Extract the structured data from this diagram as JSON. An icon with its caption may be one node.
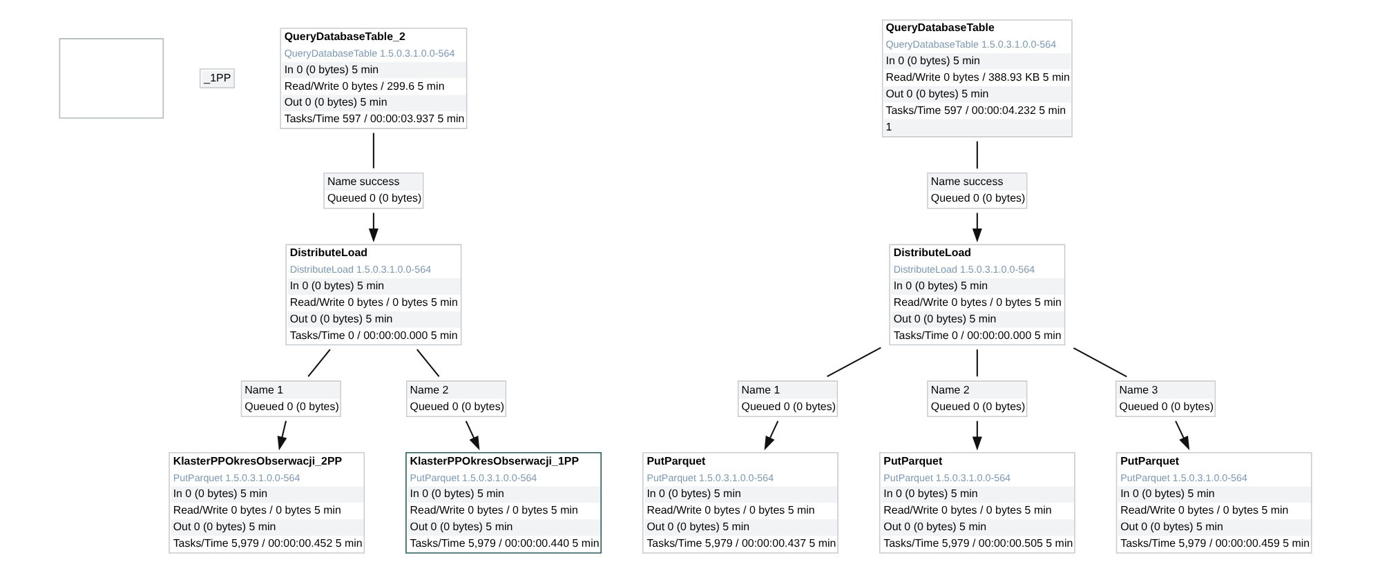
{
  "diagram": {
    "nodes": [
      {
        "text": [],
        "shape": "box"
      },
      {
        "text": [
          "_1PP"
        ]
      },
      {
        "text": [
          "QueryDatabaseTable_2",
          "QueryDatabaseTable 1.5.0.3.1.0.0-564",
          "In 0 (0 bytes) 5 min",
          "Read/Write 0 bytes / 299.6 5 min",
          "Out 0 (0 bytes) 5 min",
          "Tasks/Time 597 / 00:00:03.937 5 min"
        ]
      },
      {
        "text": [
          "QueryDatabaseTable",
          "QueryDatabaseTable 1.5.0.3.1.0.0-564",
          "In 0 (0 bytes) 5 min",
          "Read/Write 0 bytes / 388.93 KB 5 min",
          "Out 0 (0 bytes) 5 min",
          "Tasks/Time 597 / 00:00:04.232 5 min",
          "1"
        ]
      },
      {
        "text": [
          "Name success",
          "Queued 0 (0 bytes)"
        ]
      },
      {
        "text": [
          "Name success",
          "Queued 0 (0 bytes)"
        ]
      },
      {
        "text": [
          "DistributeLoad",
          "DistributeLoad 1.5.0.3.1.0.0-564",
          "In 0 (0 bytes) 5 min",
          "Read/Write 0 bytes / 0 bytes 5 min",
          "Out 0 (0 bytes) 5 min",
          "Tasks/Time 0 / 00:00:00.000 5 min"
        ]
      },
      {
        "text": [
          "DistributeLoad",
          "DistributeLoad 1.5.0.3.1.0.0-564",
          "In 0 (0 bytes) 5 min",
          "Read/Write 0 bytes / 0 bytes 5 min",
          "Out 0 (0 bytes) 5 min",
          "Tasks/Time 0 / 00:00:00.000 5 min"
        ]
      },
      {
        "text": [
          "Name 1",
          "Queued 0 (0 bytes)"
        ]
      },
      {
        "text": [
          "Name 2",
          "Queued 0 (0 bytes)"
        ]
      },
      {
        "text": [
          "KlasterPPOkresObserwacji_2PP",
          "PutParquet 1.5.0.3.1.0.0-564",
          "In 0 (0 bytes) 5 min",
          "Read/Write 0 bytes / 0 bytes 5 min",
          "Out 0 (0 bytes) 5 min",
          "Tasks/Time 5,979 / 00:00:00.452 5 min"
        ]
      },
      {
        "text": [
          "KlasterPPOkresObserwacji_1PP",
          "PutParquet 1.5.0.3.1.0.0-564",
          "In 0 (0 bytes) 5 min",
          "Read/Write 0 bytes / 0 bytes 5 min",
          "Out 0 (0 bytes) 5 min",
          "Tasks/Time 5,979 / 00:00:00.440 5 min"
        ]
      },
      {
        "text": [
          "Name 1",
          "Queued 0 (0 bytes)"
        ]
      },
      {
        "text": [
          "Name 2",
          "Queued 0 (0 bytes)"
        ]
      },
      {
        "text": [
          "Name 3",
          "Queued 0 (0 bytes)"
        ]
      },
      {
        "text": [
          "PutParquet",
          "PutParquet 1.5.0.3.1.0.0-564",
          "In 0 (0 bytes) 5 min",
          "Read/Write 0 bytes / 0 bytes 5 min",
          "Out 0 (0 bytes) 5 min",
          "Tasks/Time 5,979 / 00:00:00.437 5 min"
        ]
      },
      {
        "text": [
          "PutParquet",
          "PutParquet 1.5.0.3.1.0.0-564",
          "In 0 (0 bytes) 5 min",
          "Read/Write 0 bytes / 0 bytes 5 min",
          "Out 0 (0 bytes) 5 min",
          "Tasks/Time 5,979 / 00:00:00.505 5 min"
        ]
      },
      {
        "text": [
          "PutParquet",
          "PutParquet 1.5.0.3.1.0.0-564",
          "In 0 (0 bytes) 5 min",
          "Read/Write 0 bytes / 0 bytes 5 min",
          "Out 0 (0 bytes) 5 min",
          "Tasks/Time 5,979 / 00:00:00.459 5 min"
        ]
      }
    ],
    "edges": [
      {
        "from": 2,
        "to": 4,
        "arrow": "none"
      },
      {
        "from": 4,
        "to": 6,
        "arrow": "to"
      },
      {
        "from": 3,
        "to": 5,
        "arrow": "none"
      },
      {
        "from": 5,
        "to": 7,
        "arrow": "to"
      },
      {
        "from": 6,
        "to": 8,
        "arrow": "none"
      },
      {
        "from": 8,
        "to": 10,
        "arrow": "to"
      },
      {
        "from": 6,
        "to": 9,
        "arrow": "none"
      },
      {
        "from": 9,
        "to": 11,
        "arrow": "to"
      },
      {
        "from": 7,
        "to": 12,
        "arrow": "none"
      },
      {
        "from": 12,
        "to": 15,
        "arrow": "to"
      },
      {
        "from": 7,
        "to": 13,
        "arrow": "none"
      },
      {
        "from": 13,
        "to": 16,
        "arrow": "to"
      },
      {
        "from": 7,
        "to": 14,
        "arrow": "none"
      },
      {
        "from": 14,
        "to": 17,
        "arrow": "to"
      }
    ]
  }
}
